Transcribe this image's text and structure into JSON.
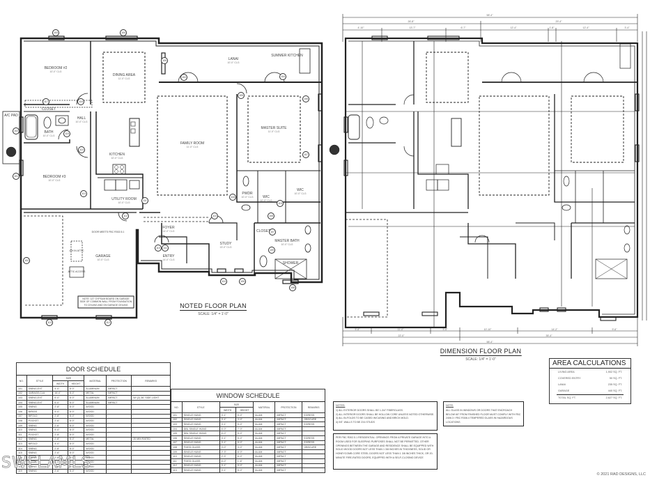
{
  "noted_plan": {
    "title": "NOTED FLOOR PLAN",
    "scale": "SCALE: 1/4\" = 1'-0\"",
    "rooms": [
      {
        "name": "BEDROOM #2",
        "dim": "10'-0\" CLG"
      },
      {
        "name": "DINING AREA",
        "dim": "11'-0\" CLG"
      },
      {
        "name": "LANAI",
        "dim": "10'-0\" CLG"
      },
      {
        "name": "SUMMER KITCHEN",
        "dim": ""
      },
      {
        "name": "BATH",
        "dim": "10'-0\" CLG"
      },
      {
        "name": "HALL",
        "dim": "10'-0\" CLG"
      },
      {
        "name": "FAMILY ROOM",
        "dim": "11'-0\" CLG"
      },
      {
        "name": "MASTER SUITE",
        "dim": "11'-0\" CLG"
      },
      {
        "name": "KITCHEN",
        "dim": "10'-0\" CLG"
      },
      {
        "name": "BEDROOM #3",
        "dim": "10'-0\" CLG"
      },
      {
        "name": "UTILITY ROOM",
        "dim": "10'-0\" CLG"
      },
      {
        "name": "PWDR",
        "dim": "10'-0\" CLG"
      },
      {
        "name": "WIC",
        "dim": "10'-0\" CLG"
      },
      {
        "name": "WIC",
        "dim": "10'-0\" CLG"
      },
      {
        "name": "FOYER",
        "dim": "14'-0\" CLG"
      },
      {
        "name": "GARAGE",
        "dim": "10'-0\" CLG"
      },
      {
        "name": "ENTRY",
        "dim": "14'-0\" CLG"
      },
      {
        "name": "STUDY",
        "dim": "13'-0\" CLG"
      },
      {
        "name": "MASTER BATH",
        "dim": "10'-0\" CLG"
      }
    ],
    "labels": {
      "closet": "CLOSET",
      "shower": "SHOWER",
      "wh": "WH",
      "ac_pad": "A/C PAD",
      "attic_access": "ATTIC ACCESS",
      "ah": "A/H IN ATTIC",
      "door_note": "DOOR MEETS FBC R302.5.1",
      "garage_note": "NOTE: 1/2\" GYPSUM BOARD ON GARAGE SIDE OF COMMON WALL FROM FOUNDATION TO CEILING AND ON GARAGE CEILING"
    },
    "tags": [
      "101",
      "102",
      "103",
      "104",
      "105",
      "106",
      "107",
      "108",
      "109",
      "110",
      "111",
      "112",
      "113",
      "114",
      "115",
      "116",
      "117",
      "118",
      "119",
      "120",
      "121",
      "122",
      "123"
    ]
  },
  "dimension_plan": {
    "title": "DIMENSION FLOOR PLAN",
    "scale": "SCALE: 1/4\" = 1'-0\"",
    "top_dims": {
      "overall": "58'-4\"",
      "segments_mid": [
        "26'-8\"",
        "29'-4\""
      ],
      "segments_fine": [
        "4'-10\"",
        "13'-7\"",
        "6'-7\"",
        "12'-4\"",
        "1'-8\"",
        "12'-4\"",
        "3'-4\""
      ]
    },
    "bottom_dims": {
      "overall": "58'-4\"",
      "segments_mid": [
        "22'-0\"",
        "35'-4\""
      ],
      "segments_fine": [
        "5'-6\"",
        "11'-0\"",
        "5'-6\"",
        "10'-10\"",
        "14'-2\"",
        "9'-6\""
      ]
    }
  },
  "door_schedule": {
    "title": "DOOR SCHEDULE",
    "columns": [
      "NO.",
      "STYLE",
      "WIDTH",
      "HEIGHT",
      "MATERIAL",
      "PROTECTION",
      "REMARKS"
    ],
    "size_header": "SIZE",
    "rows": [
      [
        "101",
        "SWING-EXT",
        "4'-0\"",
        "8'-0\"",
        "ALUMINUM",
        "IMPACT",
        ""
      ],
      [
        "102",
        "GARAGE-CLA",
        "16'-0\"",
        "8'-0\"",
        "METAL",
        "IMPACT",
        ""
      ],
      [
        "103",
        "SWING-EXT",
        "6'-0\"",
        "8'-0\"",
        "ALUMINUM",
        "IMPACT",
        "W/ (2) 36\" SIDE LIGHT"
      ],
      [
        "104",
        "SWING-EXT",
        "6'-0\"",
        "8'-0\"",
        "ALUMINUM",
        "IMPACT",
        ""
      ],
      [
        "105",
        "SWING",
        "2'-8\"",
        "8'-0\"",
        "WOOD",
        "",
        ""
      ],
      [
        "106",
        "BIPASS",
        "5'-0\"",
        "8'-0\"",
        "WOOD",
        "",
        ""
      ],
      [
        "107",
        "BIFOLD",
        "2'-8\"",
        "8'-0\"",
        "WOOD",
        "",
        ""
      ],
      [
        "108",
        "POCKET",
        "2'-6\"",
        "8'-0\"",
        "WOOD",
        "",
        ""
      ],
      [
        "109",
        "SWING",
        "2'-6\"",
        "8'-0\"",
        "WOOD",
        "",
        ""
      ],
      [
        "110",
        "SWING",
        "5'-0\"",
        "8'-0\"",
        "WOOD",
        "",
        ""
      ],
      [
        "111",
        "POCKET",
        "2'-8\"",
        "8'-0\"",
        "WOOD",
        "",
        ""
      ],
      [
        "112",
        "SWING",
        "2'-8\"",
        "8'-0\"",
        "METAL",
        "",
        "20 MIN RATED"
      ],
      [
        "113",
        "BIFOLD",
        "4'-0\"",
        "8'-0\"",
        "WOOD",
        "",
        ""
      ],
      [
        "114",
        "SWING",
        "2'-8\"",
        "8'-0\"",
        "WOOD",
        "",
        ""
      ],
      [
        "115",
        "SWING",
        "2'-6\"",
        "8'-0\"",
        "WOOD",
        "",
        ""
      ],
      [
        "116",
        "SWING",
        "2'-8\"",
        "8'-0\"",
        "WOOD",
        "",
        ""
      ],
      [
        "117",
        "BIFOLD",
        "4'-0\"",
        "8'-0\"",
        "WOOD",
        "",
        ""
      ],
      [
        "118",
        "SWING",
        "2'-6\"",
        "8'-0\"",
        "WOOD",
        "",
        ""
      ],
      [
        "119",
        "SWING",
        "2'-6\"",
        "8'-0\"",
        "WOOD",
        "",
        ""
      ]
    ]
  },
  "window_schedule": {
    "title": "WINDOW SCHEDULE",
    "columns": [
      "NO.",
      "STYLE",
      "WIDTH",
      "HEIGHT",
      "MATERIAL",
      "PROTECTION",
      "REMARKS"
    ],
    "size_header": "SIZE",
    "rows": [
      [
        "101",
        "SINGLE HUNG",
        "3'-1\"",
        "5'-0\"",
        "ALUM.",
        "IMPACT",
        "EGRESS"
      ],
      [
        "102",
        "SINGLE HUNG",
        "3'-1\"",
        "3'-0\"",
        "ALUM.",
        "IMPACT",
        "OBSCURE"
      ],
      [
        "103",
        "SINGLE HUNG",
        "3'-1\"",
        "5'-0\"",
        "ALUM.",
        "IMPACT",
        "EGRESS"
      ],
      [
        "104",
        "DBL SINGLE HUNG",
        "6'-0\"",
        "7'-0\"",
        "ALUM.",
        "IMPACT",
        ""
      ],
      [
        "105",
        "DBL SINGLE HUNG",
        "6'-0\"",
        "5'-0\"",
        "ALUM.",
        "IMPACT",
        ""
      ],
      [
        "106",
        "SINGLE HUNG",
        "3'-1\"",
        "5'-0\"",
        "ALUM.",
        "IMPACT",
        "EGRESS"
      ],
      [
        "107",
        "SINGLE HUNG",
        "3'-1\"",
        "5'-0\"",
        "ALUM.",
        "IMPACT",
        "EGRESS"
      ],
      [
        "108",
        "FIXED GLASS",
        "3'-0\"",
        "3'-0\"",
        "ALUM.",
        "IMPACT",
        "OBSCURE"
      ],
      [
        "109",
        "SINGLE HUNG",
        "2'-3\"",
        "6'-0\"",
        "ALUM.",
        "IMPACT",
        ""
      ],
      [
        "110",
        "SINGLE HUNG",
        "2'-3\"",
        "6'-0\"",
        "ALUM.",
        "IMPACT",
        ""
      ],
      [
        "111",
        "FIXED GLASS",
        "6'-0\"",
        "1'-6\"",
        "ALUM.",
        "IMPACT",
        ""
      ],
      [
        "112",
        "SINGLE HUNG",
        "3'-1\"",
        "5'-0\"",
        "ALUM.",
        "IMPACT",
        ""
      ],
      [
        "113",
        "SINGLE HUNG",
        "3'-1\"",
        "5'-0\"",
        "ALUM.",
        "IMPACT",
        ""
      ]
    ]
  },
  "notes": {
    "general_title": "NOTES:",
    "general": [
      "1) ALL EXTERIOR DOORS SHALL BE 1-3/4\" FIBERGLASS.",
      "2) ALL INTERIOR DOORS SHALL BE HOLLOW CORE UNLESS NOTED OTHERWISE.",
      "3) ALL BI-FOLDS TO BE CASED W/CASING AND BRICK MOLD.",
      "4) INT. WALLS TO BE 2X4 STUDS"
    ],
    "garage_code": "PER FBC R302.5.1 RESIDENTIAL: OPENINGS FROM A PRIVATE GARAGE INTO A ROOM USED FOR SLEEPING PURPOSES SHALL NOT BE PERMITTED. OTHER OPENINGS BETWEEN THE GARAGE AND RESIDENCE SHALL BE EQUIPPED WITH SOLID WOOD DOORS NOT LESS THAN 1 3/8 INCHES IN THICKNESS, SOLID OR HONEYCOMB CORE STEEL DOORS NOT LESS THAN 1 3/8 INCHES THICK, OR 20-MINUTE FIRE-RATED DOORS, EQUIPPED WITH A SELF-CLOSING DEVICE",
    "glass_title": "NOTE:",
    "glass": "ALL GLASS IN WINDOWS OR DOORS THAT ENCROACH BELOW 60\" FROM FINISHED FLOOR MUST COMPLY WITH FBC 2406.3 / FBC R308.4 TEMPERED GLASS IN HAZARDOUS LOCATIONS"
  },
  "area_calculations": {
    "title": "AREA CALCULATIONS",
    "rows": [
      {
        "label": "LIVING AREA",
        "value": "1,902 SQ. FT."
      },
      {
        "label": "COVERED ENTRY",
        "value": "50 SQ. FT."
      },
      {
        "label": "LANAI",
        "value": "235 SQ. FT."
      },
      {
        "label": "GARAGE",
        "value": "440 SQ. FT."
      }
    ],
    "total_label": "TOTAL SQ. FT.",
    "total_value": "2,627 SQ. FT."
  },
  "watermark": "SWFLAMLS",
  "copyright": "© 2021 RAD DESIGNS, LLC"
}
